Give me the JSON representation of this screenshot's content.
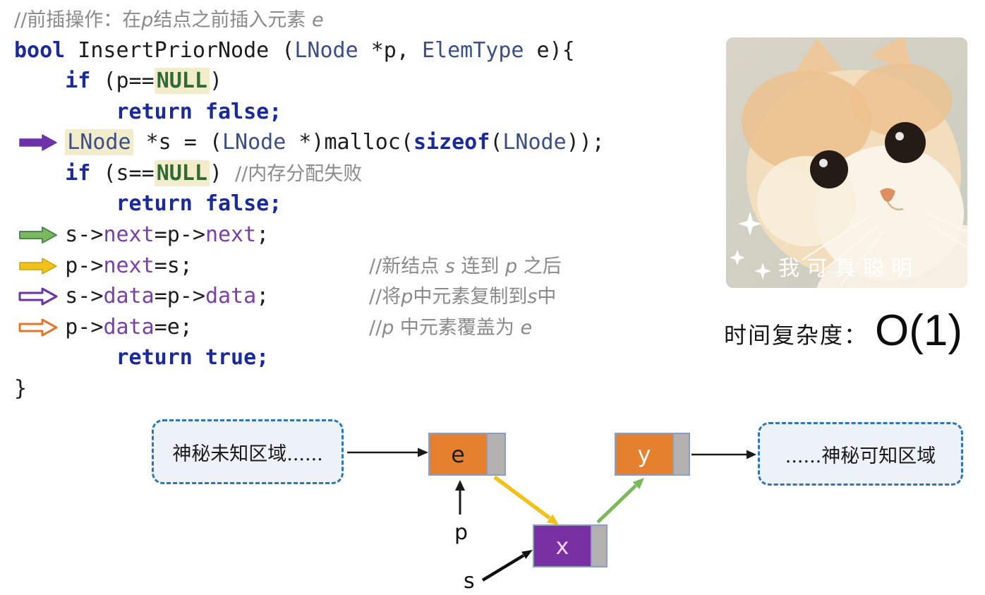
{
  "code": {
    "lines": [
      {
        "arrow": null,
        "seg": [
          {
            "t": "//前插操作：在",
            "s": "cmt"
          },
          {
            "t": "p",
            "s": "cmti"
          },
          {
            "t": "结点之前插入元素 ",
            "s": "cmt"
          },
          {
            "t": "e",
            "s": "cmti"
          }
        ]
      },
      {
        "arrow": null,
        "seg": [
          {
            "t": "bool",
            "s": "kw"
          },
          {
            "t": " InsertPriorNode (",
            "s": "plain"
          },
          {
            "t": "LNode",
            "s": "type"
          },
          {
            "t": " *p, ",
            "s": "plain"
          },
          {
            "t": "ElemType",
            "s": "type"
          },
          {
            "t": " e){",
            "s": "plain"
          }
        ]
      },
      {
        "arrow": null,
        "seg": [
          {
            "t": "    ",
            "s": "plain"
          },
          {
            "t": "if",
            "s": "kw"
          },
          {
            "t": " (p==",
            "s": "plain"
          },
          {
            "t": "NULL",
            "s": "null"
          },
          {
            "t": ")",
            "s": "plain"
          }
        ]
      },
      {
        "arrow": null,
        "seg": [
          {
            "t": "        ",
            "s": "plain"
          },
          {
            "t": "return false;",
            "s": "kw"
          }
        ]
      },
      {
        "arrow": "purple-solid",
        "seg": [
          {
            "t": "    ",
            "s": "plain"
          },
          {
            "t": "LNode",
            "s": "hlt"
          },
          {
            "t": " *s = (",
            "s": "plain"
          },
          {
            "t": "LNode",
            "s": "type"
          },
          {
            "t": " *)malloc(",
            "s": "plain"
          },
          {
            "t": "sizeof",
            "s": "kw"
          },
          {
            "t": "(",
            "s": "plain"
          },
          {
            "t": "LNode",
            "s": "type"
          },
          {
            "t": "));",
            "s": "plain"
          }
        ]
      },
      {
        "arrow": null,
        "seg": [
          {
            "t": "    ",
            "s": "plain"
          },
          {
            "t": "if",
            "s": "kw"
          },
          {
            "t": " (s==",
            "s": "plain"
          },
          {
            "t": "NULL",
            "s": "null"
          },
          {
            "t": ") ",
            "s": "plain"
          },
          {
            "t": "//内存分配失败",
            "s": "cmt"
          }
        ]
      },
      {
        "arrow": null,
        "seg": [
          {
            "t": "        ",
            "s": "plain"
          },
          {
            "t": "return false;",
            "s": "kw"
          }
        ]
      },
      {
        "arrow": "green-solid",
        "seg": [
          {
            "t": "    s->",
            "s": "plain"
          },
          {
            "t": "next",
            "s": "field"
          },
          {
            "t": "=p->",
            "s": "plain"
          },
          {
            "t": "next",
            "s": "field"
          },
          {
            "t": ";",
            "s": "plain"
          }
        ]
      },
      {
        "arrow": "yellow-solid",
        "seg": [
          {
            "t": "    p->",
            "s": "plain"
          },
          {
            "t": "next",
            "s": "field"
          },
          {
            "t": "=s;",
            "s": "plain"
          }
        ],
        "cmt": [
          {
            "t": "//新结点 ",
            "s": "cmt"
          },
          {
            "t": "s",
            "s": "cmti"
          },
          {
            "t": " 连到 ",
            "s": "cmt"
          },
          {
            "t": "p",
            "s": "cmti"
          },
          {
            "t": " 之后",
            "s": "cmt"
          }
        ]
      },
      {
        "arrow": "purple-hollow",
        "seg": [
          {
            "t": "    s->",
            "s": "plain"
          },
          {
            "t": "data",
            "s": "field"
          },
          {
            "t": "=p->",
            "s": "plain"
          },
          {
            "t": "data",
            "s": "field"
          },
          {
            "t": ";",
            "s": "plain"
          }
        ],
        "cmt": [
          {
            "t": "//将",
            "s": "cmt"
          },
          {
            "t": "p",
            "s": "cmti"
          },
          {
            "t": "中元素复制到",
            "s": "cmt"
          },
          {
            "t": "s",
            "s": "cmti"
          },
          {
            "t": "中",
            "s": "cmt"
          }
        ]
      },
      {
        "arrow": "orange-hollow",
        "seg": [
          {
            "t": "    p->",
            "s": "plain"
          },
          {
            "t": "data",
            "s": "field"
          },
          {
            "t": "=e;",
            "s": "plain"
          }
        ],
        "cmt": [
          {
            "t": "//",
            "s": "cmt"
          },
          {
            "t": "p",
            "s": "cmti"
          },
          {
            "t": " 中元素覆盖为 ",
            "s": "cmt"
          },
          {
            "t": "e",
            "s": "cmti"
          }
        ]
      },
      {
        "arrow": null,
        "seg": [
          {
            "t": "        ",
            "s": "plain"
          },
          {
            "t": "return true;",
            "s": "kw"
          }
        ]
      },
      {
        "arrow": null,
        "seg": [
          {
            "t": "}",
            "s": "plain"
          }
        ]
      }
    ]
  },
  "complexity": {
    "label": "时间复杂度：",
    "value": "O(1)"
  },
  "cat_meme": {
    "caption": "我可真聪明"
  },
  "diagram": {
    "left_region": "神秘未知区域......",
    "right_region": "......神秘可知区域",
    "node_e": "e",
    "node_x": "x",
    "node_y": "y",
    "label_p": "p",
    "label_s": "s"
  },
  "colors": {
    "keyword_navy": "#1b2a9b",
    "type_blue": "#3c4e86",
    "null_green": "#2f6b35",
    "highlight_bg": "#f2ecca",
    "field_purple": "#7b3fa9",
    "comment_gray": "#8a8a8a",
    "arrow_purple": "#6d32a8",
    "arrow_green": "#7cb85c",
    "arrow_yellow": "#f2c218",
    "arrow_orange": "#e2762a",
    "node_orange": "#e5802e",
    "node_purple": "#7930a2",
    "node_gray": "#b3b0b0",
    "node_border": "#8d9ec0",
    "dashed_blue": "#2f77b0",
    "dashed_fill": "#edf2f8"
  }
}
